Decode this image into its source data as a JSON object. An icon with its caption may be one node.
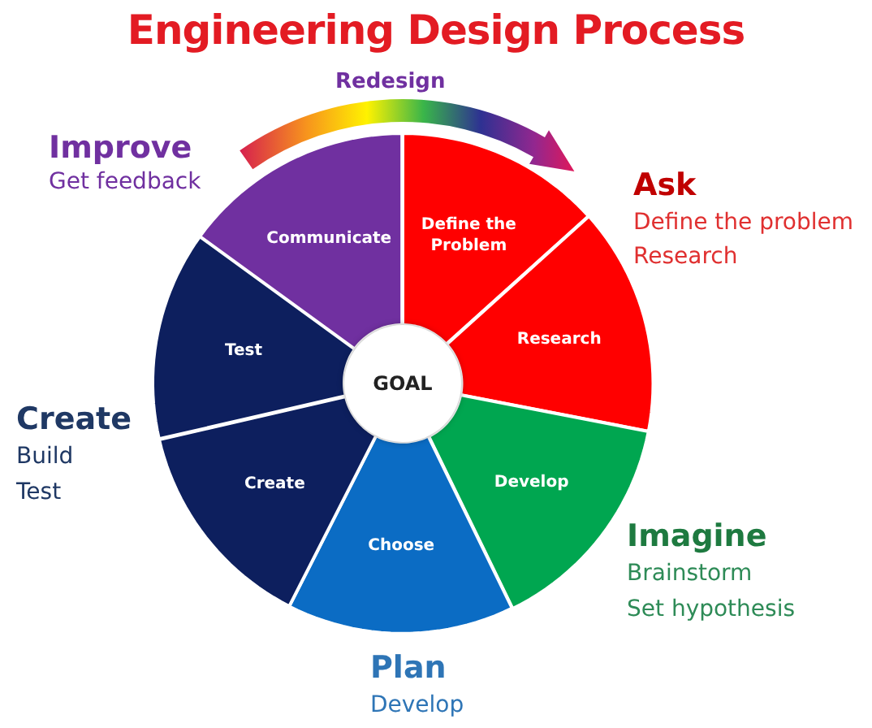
{
  "diagram": {
    "title": "Engineering Design Process",
    "nodes": [
      {
        "text": [
          "Define the Problem"
        ]
      },
      {
        "text": [
          "Research"
        ]
      },
      {
        "text": [
          "Develop"
        ]
      },
      {
        "text": [
          "Choose"
        ]
      },
      {
        "text": [
          "Create"
        ]
      },
      {
        "text": [
          "Test"
        ]
      },
      {
        "text": [
          "Communicate"
        ]
      },
      {
        "text": [
          "GOAL"
        ]
      }
    ],
    "edges": [
      {
        "from": 6,
        "to": 0,
        "arrow": "to",
        "label": "Redesign"
      }
    ],
    "labels": [
      "Improve",
      "Get feedback",
      "Ask",
      "Define the problem",
      "Research",
      "Create",
      "Build",
      "Test",
      "Imagine",
      "Brainstorm",
      "Set hypothesis",
      "Plan",
      "Develop"
    ]
  }
}
